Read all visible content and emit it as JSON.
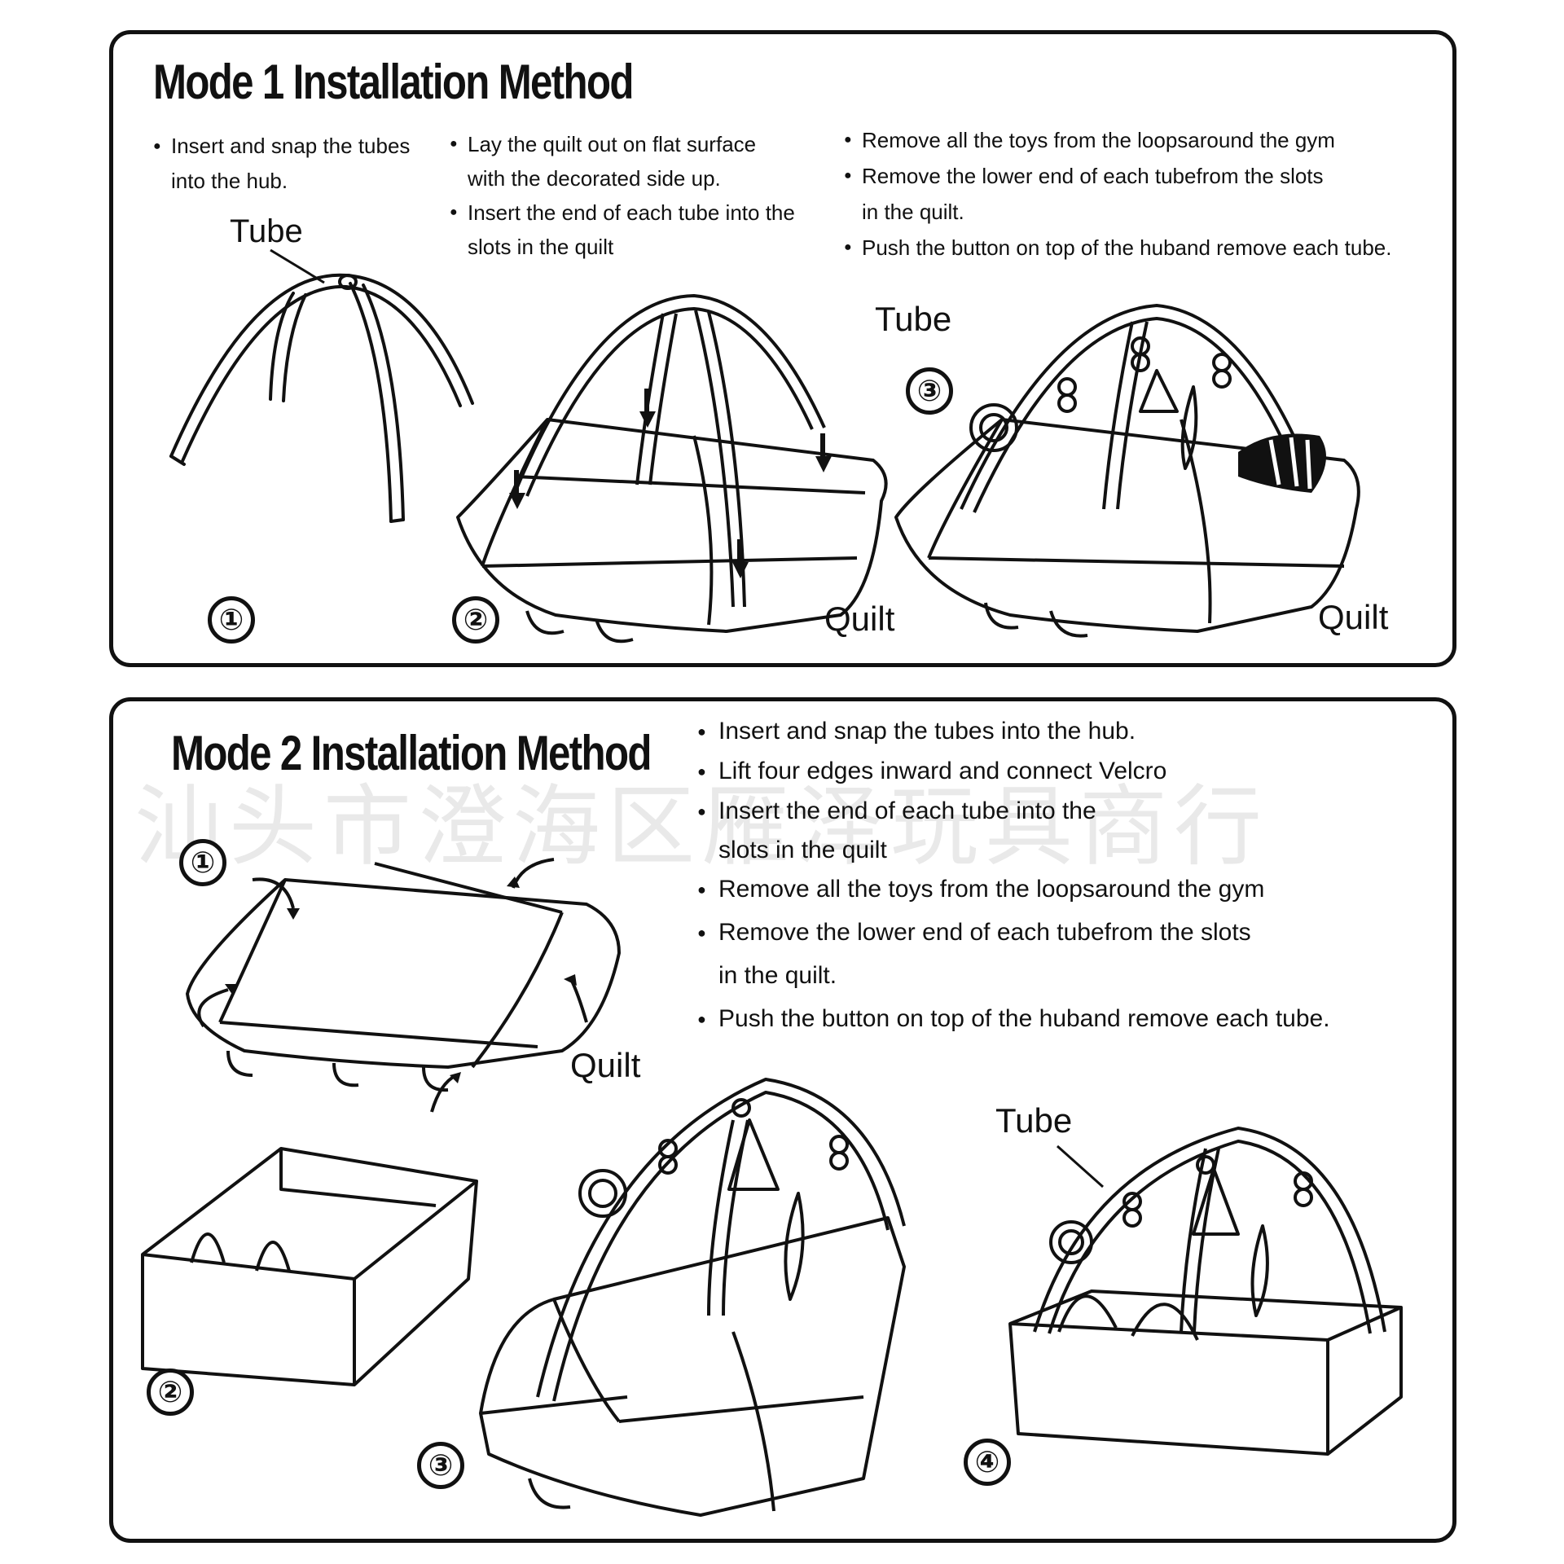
{
  "mode1": {
    "title": "Mode 1 Installation Method",
    "col1": [
      "Insert and snap the tubes",
      "into the hub."
    ],
    "col2": [
      "Lay the quilt out on flat surface",
      "with the decorated side up.",
      "Insert the end of each tube into the",
      "slots in the quilt"
    ],
    "col3": [
      "Remove all the toys from the loopsaround the gym",
      "Remove the lower end of each tubefrom the slots",
      "in the quilt.",
      "Push the button on top of the huband remove each tube."
    ],
    "labels": {
      "tube1": "Tube",
      "tube3": "Tube",
      "quilt2": "Quilt",
      "quilt3": "Quilt"
    },
    "steps": [
      "①",
      "②",
      "③"
    ]
  },
  "mode2": {
    "title": "Mode 2 Installation Method",
    "instructions": [
      "Insert and snap the tubes into the hub.",
      "Lift four edges inward and connect Velcro",
      "Insert the end of each tube into the",
      "slots in the quilt",
      "Remove all the toys from the loopsaround the gym",
      "Remove the lower end of each tubefrom the slots",
      "in the quilt.",
      "Push the button on top of the huband remove each tube."
    ],
    "labels": {
      "quilt": "Quilt",
      "tube": "Tube"
    },
    "steps": [
      "①",
      "②",
      "③",
      "④"
    ]
  },
  "watermark": "汕头市澄海区雁泽玩具商行"
}
